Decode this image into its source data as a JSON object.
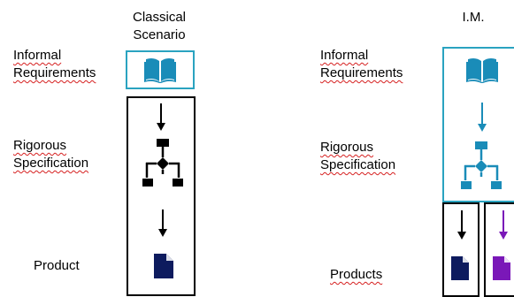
{
  "left": {
    "header_line1": "Classical",
    "header_line2": "Scenario",
    "informal_line1": "Informal",
    "informal_line2": "Requirements",
    "rigorous_line1": "Rigorous",
    "rigorous_line2": "Specification",
    "product": "Product"
  },
  "right": {
    "header": "I.M.",
    "informal_line1": "Informal",
    "informal_line2": "Requirements",
    "rigorous_line1": "Rigorous",
    "rigorous_line2": "Specification",
    "products": "Products"
  },
  "colors": {
    "teal": "#2aa3c0",
    "teal_icon": "#1a8cb8",
    "navy": "#0d1b5e",
    "purple": "#7a18b8"
  },
  "icons": [
    "book-icon",
    "arrow-down-icon",
    "flowchart-icon",
    "document-icon"
  ]
}
